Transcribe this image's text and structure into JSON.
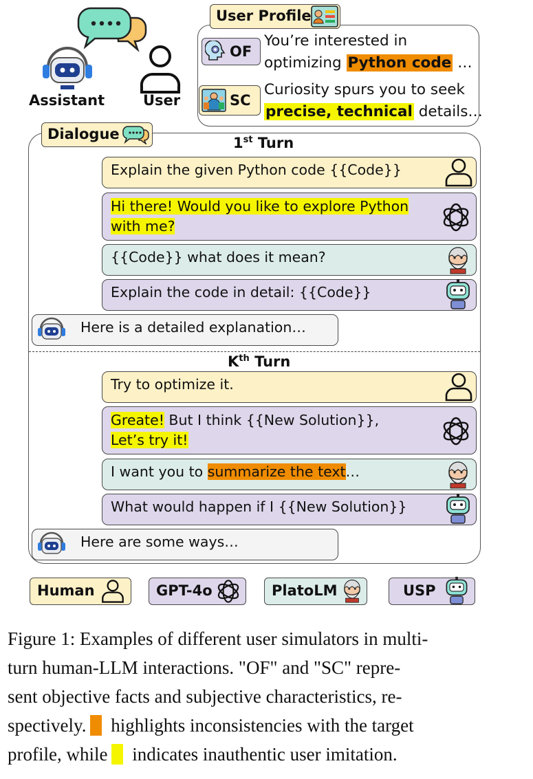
{
  "top": {
    "assistant_label": "Assistant",
    "user_label": "User"
  },
  "profile": {
    "title": "User Profile",
    "of_tag": "OF",
    "of_line1": "You’re interested in",
    "of_line2_pre": "optimizing ",
    "of_highlight": "Python code",
    "of_line2_post": " …",
    "sc_tag": "SC",
    "sc_line1": "Curiosity spurs you to seek",
    "sc_highlight": "precise, technical",
    "sc_line2_post": " details…"
  },
  "dialogue": {
    "title": "Dialogue",
    "turn1": {
      "k": "1",
      "sup": "st",
      "word": " Turn"
    },
    "turnk": {
      "k": "K",
      "sup": "th",
      "word": " Turn"
    },
    "t1_human": "Explain the given Python code {{Code}}",
    "t1_gpt_line1": "Hi there! Would you like to explore Python",
    "t1_gpt_line2": "with me?",
    "t1_plato": "{{Code}} what does it mean?",
    "t1_usp": "Explain the code in detail: {{Code}}",
    "t1_assistant": "Here is a detailed explanation…",
    "tk_human": "Try to optimize it.",
    "tk_gpt_hl1": "Greate!",
    "tk_gpt_rest1": " But I think {{New Solution}},",
    "tk_gpt_hl2": "Let’s try it!",
    "tk_plato_pre": "I want you to ",
    "tk_plato_hl": "summarize the text",
    "tk_plato_post": "…",
    "tk_usp": "What would happen if I {{New Solution}}",
    "tk_assistant": "Here are some ways…"
  },
  "legend": {
    "human": "Human",
    "gpt": "GPT-4o",
    "plato": "PlatoLM",
    "usp": "USP"
  },
  "caption": {
    "line1": "Figure 1: Examples of different user simulators in multi-",
    "line2": "turn human-LLM interactions. \"OF\" and \"SC\" repre-",
    "line3": "sent objective facts and subjective characteristics, re-",
    "line4a": "spectively.",
    "line4b": " highlights inconsistencies with the target",
    "line5a": "profile, while",
    "line5b": " indicates inauthentic user imitation."
  },
  "colors": {
    "human": "#fdf1c7",
    "gpt": "#ded6eb",
    "plato": "#dcede9",
    "assistant": "#f4f4f4",
    "yellow_highlight": "#f5f500",
    "orange_highlight": "#f08c00"
  }
}
